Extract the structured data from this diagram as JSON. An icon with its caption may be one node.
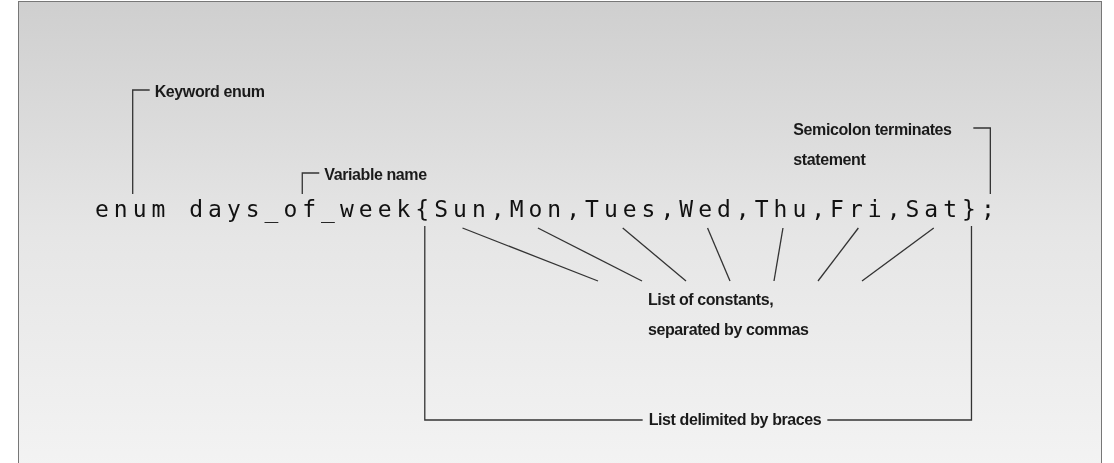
{
  "diagram": {
    "nodes": [
      {
        "text": [
          "Keyword enum"
        ]
      },
      {
        "text": [
          "Variable name"
        ]
      },
      {
        "text": [
          "Semicolon terminates statement"
        ]
      },
      {
        "text": [
          "enum"
        ]
      },
      {
        "text": [
          "days_of_week"
        ]
      },
      {
        "text": [
          "{"
        ]
      },
      {
        "text": [
          "Sun"
        ]
      },
      {
        "text": [
          "Mon"
        ]
      },
      {
        "text": [
          "Tues"
        ]
      },
      {
        "text": [
          "Wed"
        ]
      },
      {
        "text": [
          "Thu"
        ]
      },
      {
        "text": [
          "Fri"
        ]
      },
      {
        "text": [
          "Sat"
        ]
      },
      {
        "text": [
          "}"
        ]
      },
      {
        "text": [
          ";"
        ]
      },
      {
        "text": [
          "List of constants, separated by commas"
        ]
      },
      {
        "text": [
          "List delimited by braces"
        ]
      }
    ],
    "edges": [
      {
        "from": 0,
        "to": 3,
        "arrow": "none"
      },
      {
        "from": 1,
        "to": 4,
        "arrow": "none"
      },
      {
        "from": 2,
        "to": 14,
        "arrow": "none"
      },
      {
        "from": 15,
        "to": 6,
        "arrow": "none"
      },
      {
        "from": 15,
        "to": 7,
        "arrow": "none"
      },
      {
        "from": 15,
        "to": 8,
        "arrow": "none"
      },
      {
        "from": 15,
        "to": 9,
        "arrow": "none"
      },
      {
        "from": 15,
        "to": 10,
        "arrow": "none"
      },
      {
        "from": 15,
        "to": 11,
        "arrow": "none"
      },
      {
        "from": 15,
        "to": 12,
        "arrow": "none"
      },
      {
        "from": 16,
        "to": 5,
        "arrow": "none"
      },
      {
        "from": 16,
        "to": 13,
        "arrow": "none"
      }
    ],
    "labels": [
      ",",
      ",",
      ",",
      ",",
      ",",
      ","
    ]
  }
}
